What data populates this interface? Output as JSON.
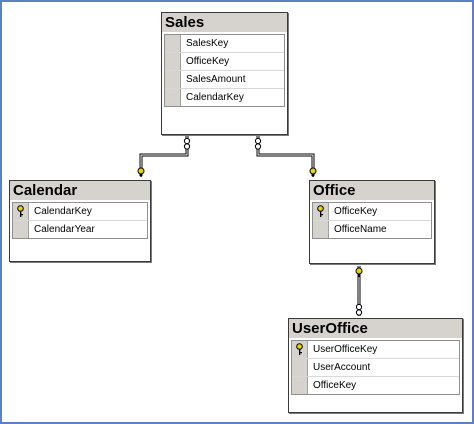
{
  "tables": {
    "sales": {
      "title": "Sales",
      "columns": [
        {
          "name": "SalesKey",
          "key": false
        },
        {
          "name": "OfficeKey",
          "key": false
        },
        {
          "name": "SalesAmount",
          "key": false
        },
        {
          "name": "CalendarKey",
          "key": false
        }
      ]
    },
    "calendar": {
      "title": "Calendar",
      "columns": [
        {
          "name": "CalendarKey",
          "key": true
        },
        {
          "name": "CalendarYear",
          "key": false
        }
      ]
    },
    "office": {
      "title": "Office",
      "columns": [
        {
          "name": "OfficeKey",
          "key": true
        },
        {
          "name": "OfficeName",
          "key": false
        }
      ]
    },
    "useroffice": {
      "title": "UserOffice",
      "columns": [
        {
          "name": "UserOfficeKey",
          "key": true
        },
        {
          "name": "UserAccount",
          "key": false
        },
        {
          "name": "OfficeKey",
          "key": false
        }
      ]
    }
  },
  "icons": {
    "primary_key": "key-icon",
    "many_end": "infinity-icon"
  },
  "colors": {
    "frame": "#5d7fc4",
    "title_bar": "#d6d3ce",
    "key_icon": "#e8d400"
  }
}
